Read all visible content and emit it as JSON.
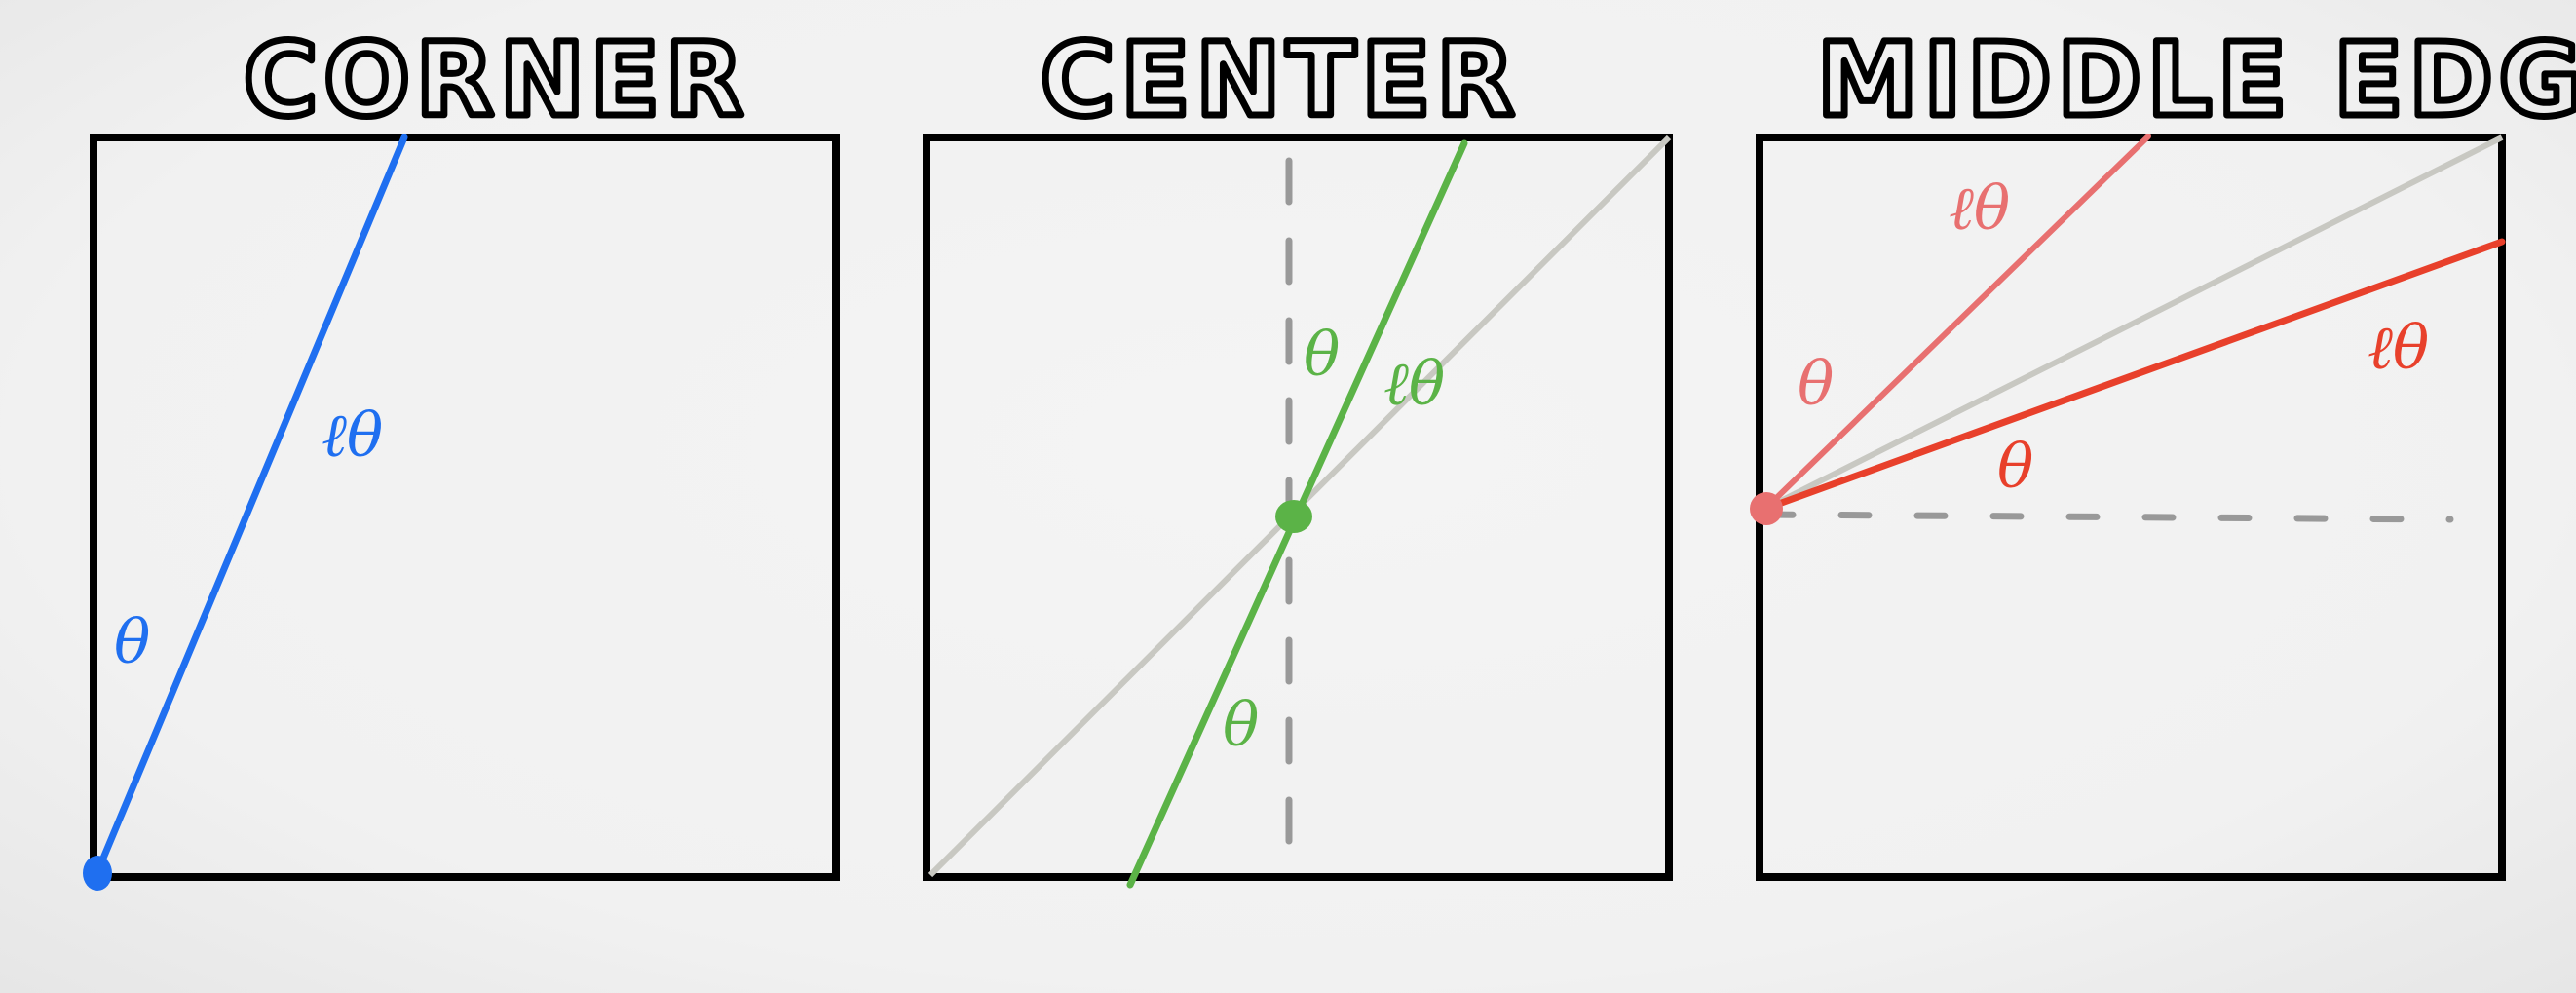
{
  "panels": [
    {
      "title": "CORNER",
      "color": "#1f6ff0",
      "theta_symbol": "θ",
      "length_symbol": "ℓθ"
    },
    {
      "title": "CENTER",
      "color": "#5bb347",
      "theta_symbol": "θ",
      "length_symbol": "ℓθ"
    },
    {
      "title": "MIDDLE EDGE",
      "color": "#e8402b",
      "color_light": "#e87070",
      "theta_symbol": "θ",
      "length_symbol": "ℓθ"
    }
  ],
  "diagonal_color": "#c8c8c2",
  "dashed_color": "#999999"
}
